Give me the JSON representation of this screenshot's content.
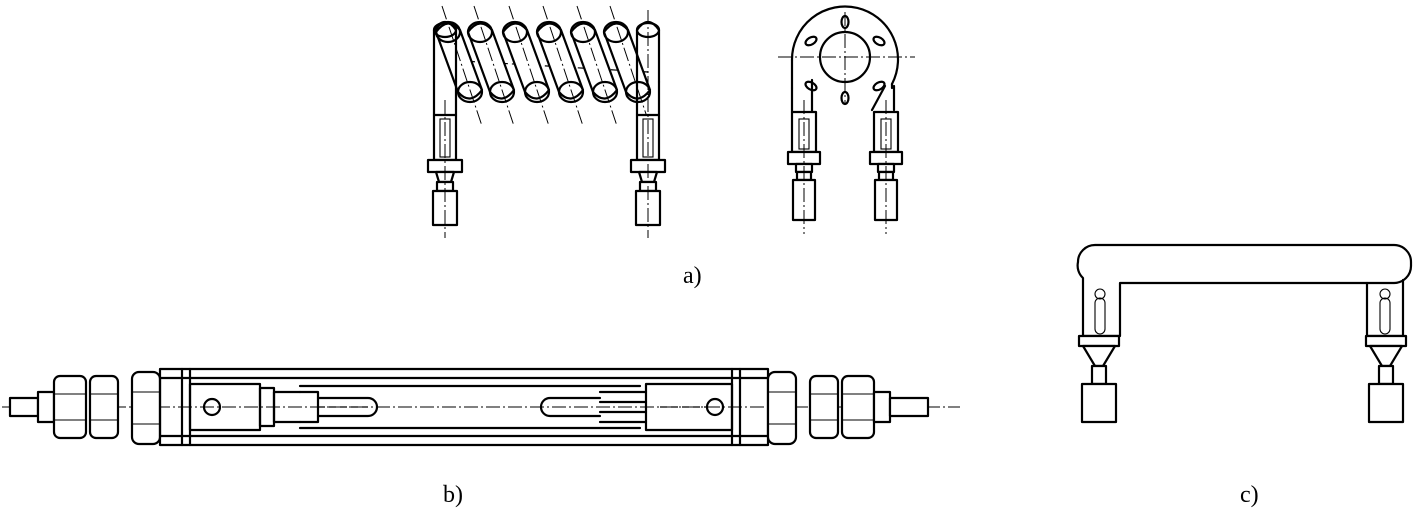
{
  "figure": {
    "captions": {
      "a": "a)",
      "b": "b)",
      "c": "c)"
    }
  }
}
